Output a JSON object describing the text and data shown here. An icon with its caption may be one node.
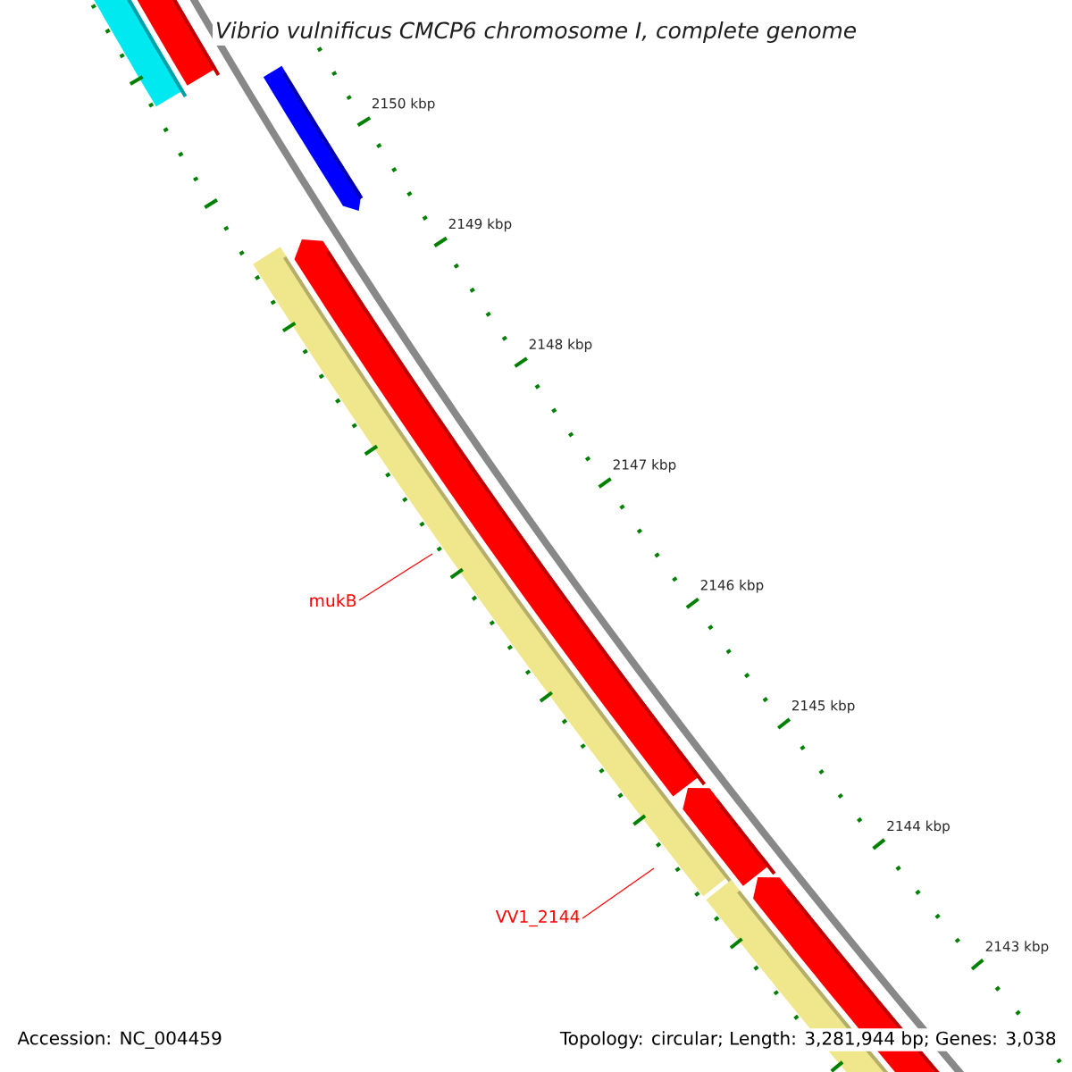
{
  "diagram": {
    "title": "Vibrio vulnificus CMCP6 chromosome I, complete genome",
    "nodes": [
      {
        "text": [
          "mukB"
        ]
      },
      {
        "text": [
          "VV1_2144"
        ]
      }
    ],
    "edges": [
      {
        "from": 0,
        "to": null,
        "arrow": "none"
      },
      {
        "from": 1,
        "to": null,
        "arrow": "none"
      }
    ],
    "labels": [
      "2150 kbp",
      "2149 kbp",
      "2148 kbp",
      "2147 kbp",
      "2146 kbp",
      "2145 kbp",
      "2144 kbp",
      "2143 kbp",
      "Accession: NC_004459",
      "Topology: circular; Length: 3,281,944 bp; Genes: 3,038"
    ]
  }
}
